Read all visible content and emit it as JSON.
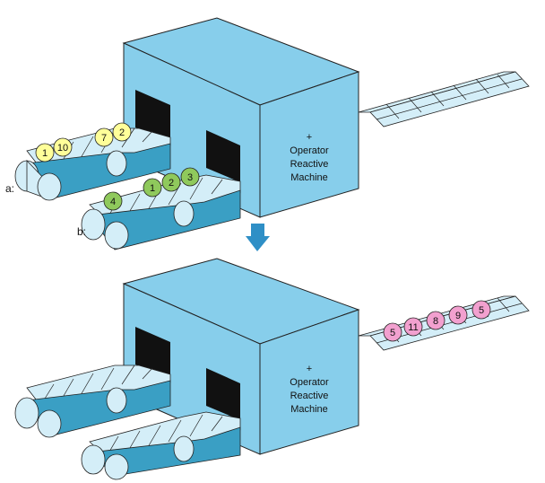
{
  "colors": {
    "machine_face": "#87ceeb",
    "machine_dark": "#6bbbd8",
    "belt_light": "#d4eef8",
    "belt_dark": "#3a9fc4",
    "opening": "#111111",
    "arrow": "#2f8fc6",
    "token_yellow": "#ffff99",
    "token_green": "#8fc95c",
    "token_pink": "#f2a0cf",
    "outline": "#222222"
  },
  "top": {
    "machine_label": [
      "+",
      "Operator",
      "Reactive",
      "Machine"
    ],
    "label_a": "a:",
    "label_b": "b:",
    "belt_a_tokens": [
      "1",
      "10",
      "7",
      "2"
    ],
    "belt_b_tokens": [
      "4",
      "1",
      "2",
      "3"
    ]
  },
  "bottom": {
    "machine_label": [
      "+",
      "Operator",
      "Reactive",
      "Machine"
    ],
    "output_tokens": [
      "5",
      "11",
      "8",
      "9",
      "5"
    ]
  },
  "arrow_icon": "down-arrow-icon"
}
